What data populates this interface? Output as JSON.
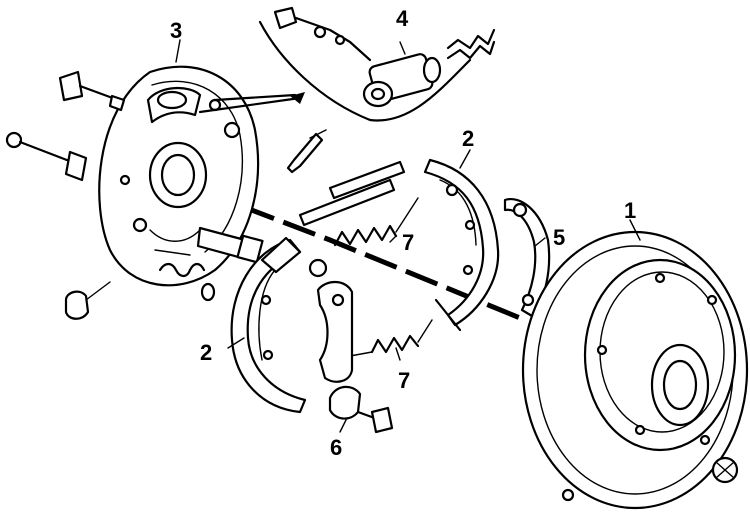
{
  "callouts": [
    {
      "id": "1",
      "text": "1"
    },
    {
      "id": "2a",
      "text": "2"
    },
    {
      "id": "2b",
      "text": "2"
    },
    {
      "id": "3",
      "text": "3"
    },
    {
      "id": "4",
      "text": "4"
    },
    {
      "id": "5",
      "text": "5"
    },
    {
      "id": "6",
      "text": "6"
    },
    {
      "id": "7a",
      "text": "7"
    },
    {
      "id": "7b",
      "text": "7"
    }
  ]
}
